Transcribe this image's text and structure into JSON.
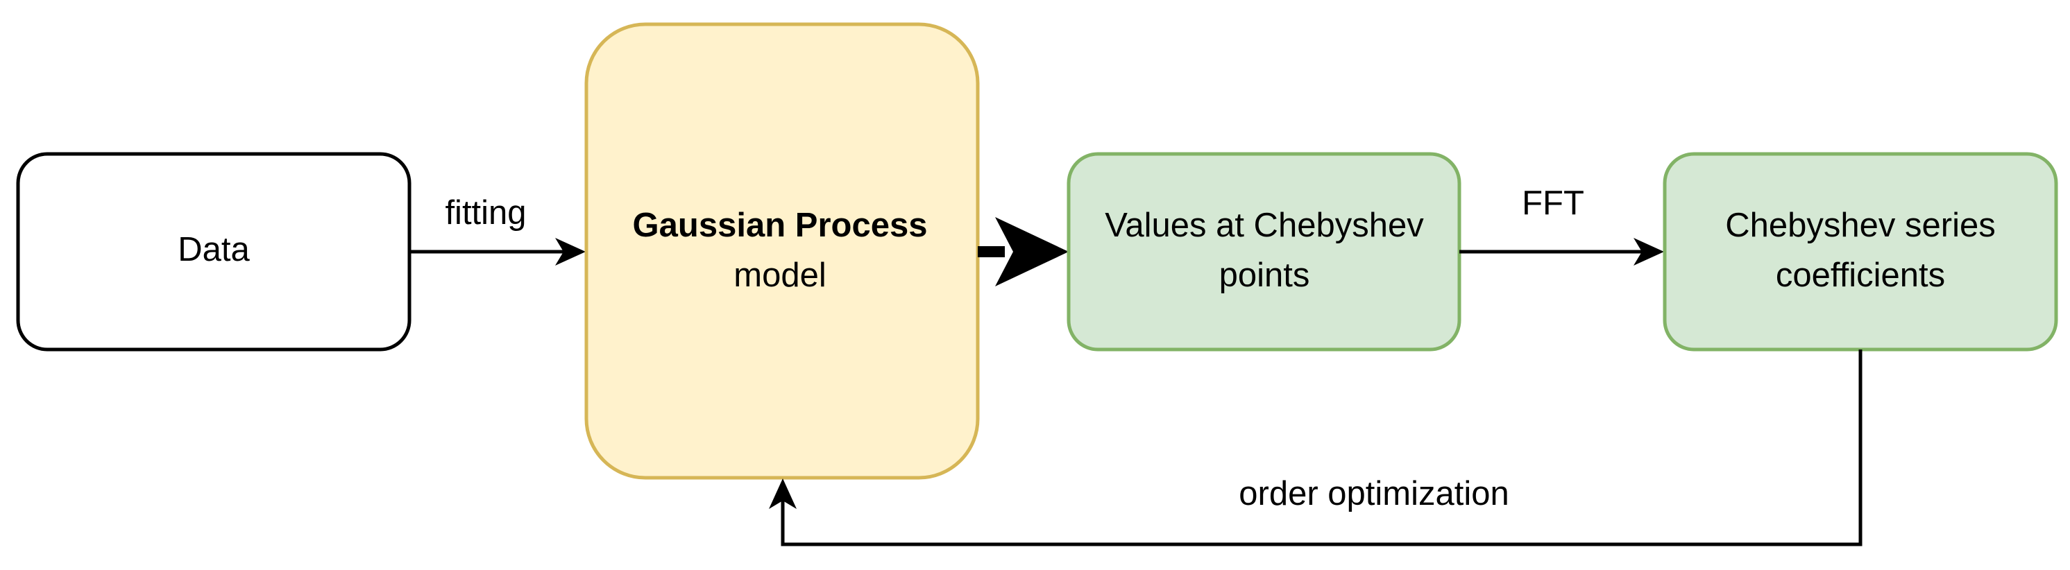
{
  "nodes": {
    "data": {
      "label": "Data",
      "fill": "#ffffff",
      "stroke": "#000000"
    },
    "gp_model": {
      "title": "Gaussian Process",
      "subtitle": "model",
      "fill": "#fff2cc",
      "stroke": "#d6b656"
    },
    "cheb_values": {
      "line1": "Values at Chebyshev",
      "line2": "points",
      "fill": "#d5e8d4",
      "stroke": "#82b366"
    },
    "cheb_coeffs": {
      "line1": "Chebyshev series",
      "line2": "coefficients",
      "fill": "#d5e8d4",
      "stroke": "#82b366"
    }
  },
  "edges": {
    "fitting": {
      "label": "fitting"
    },
    "fft": {
      "label": "FFT"
    },
    "order_opt": {
      "label": "order optimization"
    }
  },
  "colors": {
    "line": "#000000"
  }
}
